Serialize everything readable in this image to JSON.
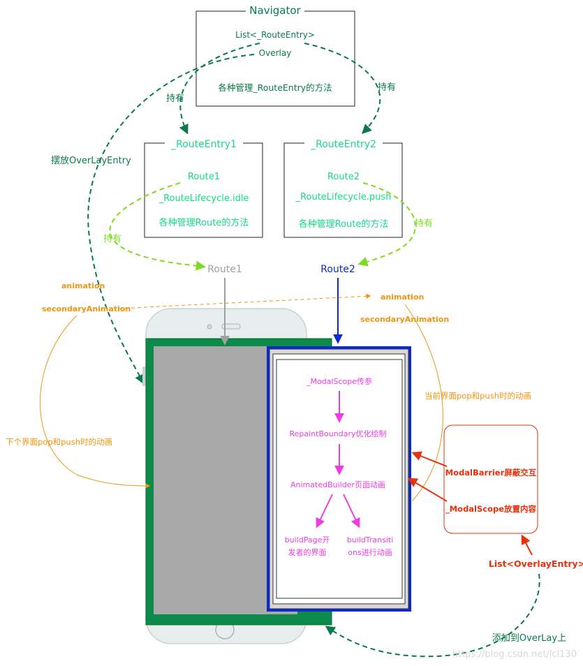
{
  "navigator": {
    "title": "Navigator",
    "list_label": "List<_RouteEntry>",
    "overlay_label": "Overlay",
    "methods_label": "各种管理_RouteEntry的方法"
  },
  "route_entry_1": {
    "title": "_RouteEntry1",
    "route": "Route1",
    "lifecycle": "_RouteLifecycle.idle",
    "methods": "各种管理Route的方法"
  },
  "route_entry_2": {
    "title": "_RouteEntry2",
    "route": "Route2",
    "lifecycle": "_RouteLifecycle.push",
    "methods": "各种管理Route的方法"
  },
  "labels": {
    "hold_left_top": "持有",
    "hold_right_top": "持有",
    "hold_left_mid": "持有",
    "hold_right_mid": "持有",
    "place_overlay_entry": "摆放OverLayEntry",
    "route1": "Route1",
    "route2": "Route2",
    "animation_left": "animation",
    "secondary_animation_left": "secondaryAnimation",
    "animation_right": "animation",
    "secondary_animation_right": "secondaryAnimation",
    "current_page_anim": "当前界面pop和push时的动画",
    "next_page_anim": "下个界面pop和push时的动画",
    "modal_barrier": "ModalBarrier屏蔽交互",
    "modal_scope_content": "_ModalScope放置内容",
    "overlay_entry_list": "List<OverlayEntry>",
    "add_to_overlay": "添加到OverLay上",
    "watermark": "https://blog.csdn.net/lcl130"
  },
  "inner_flow": {
    "modal_scope": "_ModalScope传参",
    "repaint_boundary": "RepaintBoundary优化绘制",
    "animated_builder": "AnimatedBuilder页面动画",
    "build_page_line1": "buildPage开",
    "build_page_line2": "发者的界面",
    "build_transitions_line1": "buildTransiti",
    "build_transitions_line2": "ons进行动画"
  },
  "colors": {
    "dark_green": "#0a7a4a",
    "bright_green": "#16d98a",
    "lime": "#7ddc1f",
    "orange": "#f0950f",
    "blue": "#0a2ad6",
    "red": "#e8300c",
    "magenta": "#ee3ce0",
    "gray_route": "#a0a0a0",
    "phone_green": "#0b8a4a",
    "screen_gray": "#a9a9a9"
  }
}
